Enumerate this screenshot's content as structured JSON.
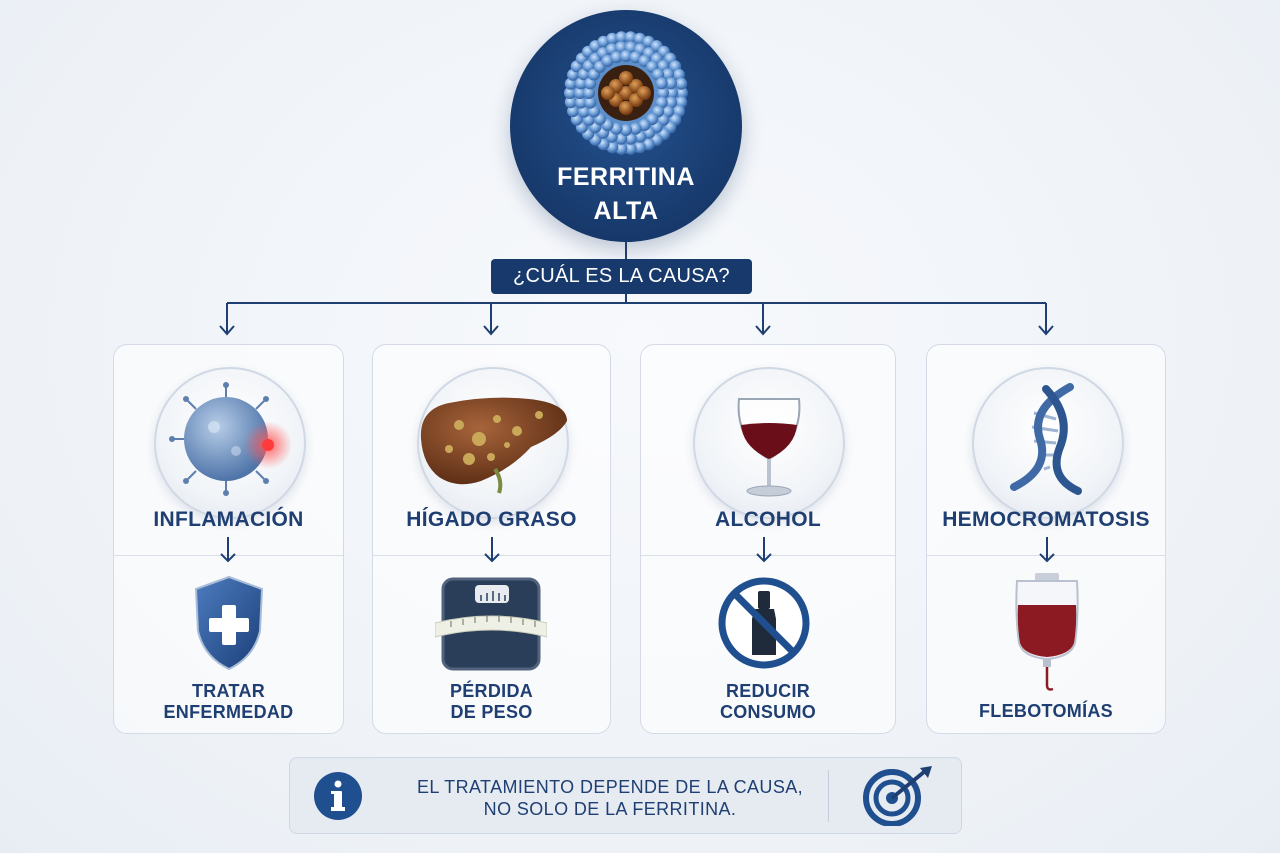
{
  "hero": {
    "line1": "FERRITINA",
    "line2": "ALTA"
  },
  "question": "¿CUÁL ES LA CAUSA?",
  "causes": [
    {
      "label": "INFLAMACIÓN",
      "icon": "virus-cell-icon",
      "treatment": [
        "TRATAR",
        "ENFERMEDAD"
      ],
      "treatment_icon": "medical-shield-icon"
    },
    {
      "label": "HÍGADO GRASO",
      "icon": "fatty-liver-icon",
      "treatment": [
        "PÉRDIDA",
        "DE PESO"
      ],
      "treatment_icon": "scale-tape-icon"
    },
    {
      "label": "ALCOHOL",
      "icon": "wine-glass-icon",
      "treatment": [
        "REDUCIR",
        "CONSUMO"
      ],
      "treatment_icon": "no-alcohol-icon"
    },
    {
      "label": "HEMOCROMATOSIS",
      "icon": "dna-icon",
      "treatment": [
        "FLEBOTOMÍAS"
      ],
      "treatment_icon": "blood-bag-icon"
    }
  ],
  "note": {
    "line1": "EL TRATAMIENTO DEPENDE DE LA CAUSA,",
    "line2": "NO SOLO DE LA FERRITINA."
  },
  "colors": {
    "navy": "#17396b",
    "text": "#1f3f73",
    "accent_red": "#8c1a22"
  }
}
